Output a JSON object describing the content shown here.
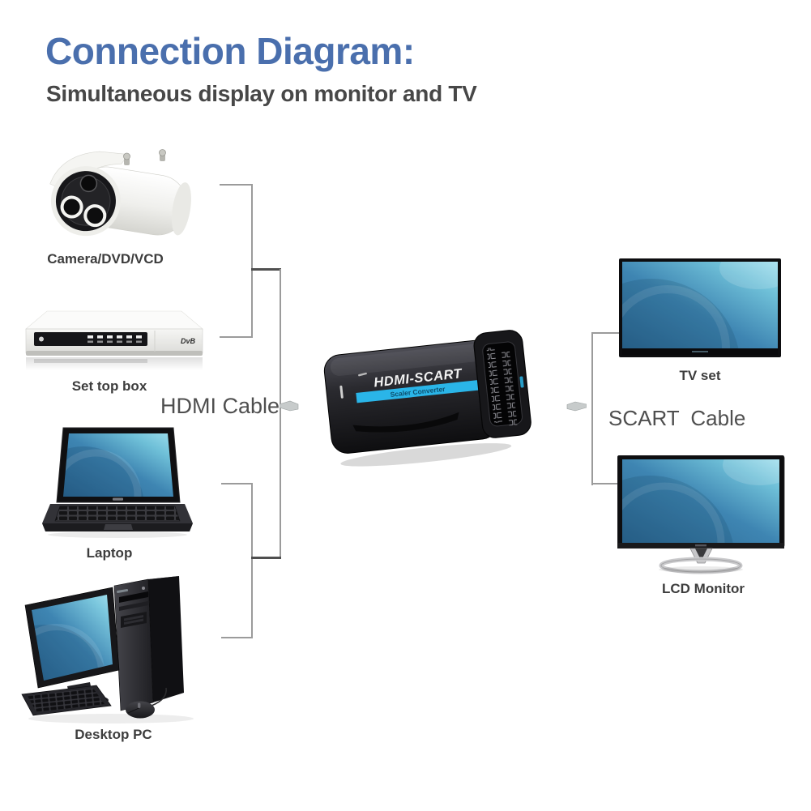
{
  "header": {
    "title": "Connection Diagram:",
    "subtitle": "Simultaneous display on monitor and TV"
  },
  "sources": {
    "camera": {
      "label": "Camera/DVD/VCD"
    },
    "set_top_box": {
      "label": "Set top box",
      "logo": "DvB"
    },
    "laptop": {
      "label": "Laptop"
    },
    "desktop_pc": {
      "label": "Desktop PC"
    }
  },
  "outputs": {
    "tv": {
      "label": "TV set"
    },
    "lcd_monitor": {
      "label": "LCD Monitor"
    }
  },
  "cables": {
    "hdmi": {
      "label": "HDMI Cable"
    },
    "scart": {
      "label": "SCART Cable"
    }
  },
  "converter": {
    "title_text": "HDMI-SCART",
    "band_text": "Scaler Converter"
  },
  "colors": {
    "title_blue": "#4a6fad",
    "subtitle_gray": "#474747",
    "label_gray": "#3d3d3d",
    "wire_gray": "#9b9b9b",
    "junction_dark": "#4f4f4f",
    "screen_blue_dark": "#2b6691",
    "screen_blue_light": "#9adcec",
    "converter_cyan": "#2ab5e8",
    "device_black": "#131316"
  }
}
